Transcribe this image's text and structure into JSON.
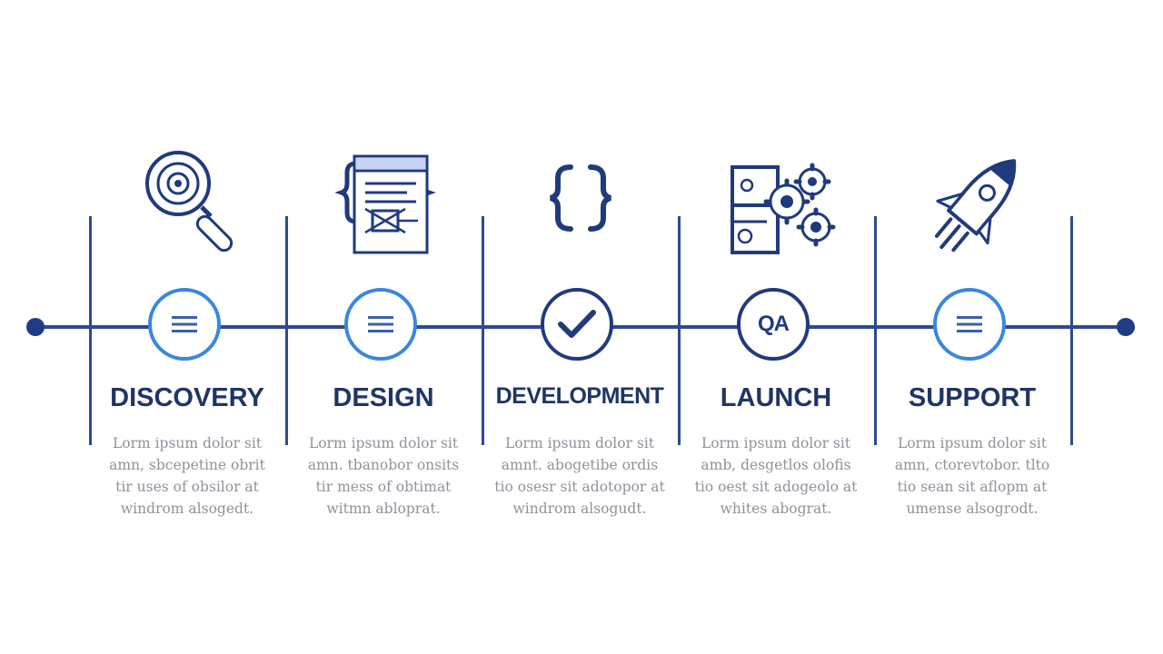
{
  "colors": {
    "line": "#2f4a8e",
    "node_light": "#3a86e0",
    "node_dark": "#1f3a7d",
    "title": "#1e3566",
    "desc": "#8d939c"
  },
  "stages": [
    {
      "title": "DISCOVERY",
      "icon": "magnifier-target-icon",
      "node_icon": "lines-icon",
      "desc": [
        "Lorm ipsum dolor sit",
        "amn, sbcepetine obrit",
        "tir uses of obsilor at",
        "windrom alsogedt."
      ]
    },
    {
      "title": "DESIGN",
      "icon": "document-braces-icon",
      "node_icon": "lines-icon",
      "desc": [
        "Lorm ipsum dolor sit",
        "amn. tbanobor onsits",
        "tir mess of obtimat",
        "witmn abloprat."
      ]
    },
    {
      "title": "DEVELOPMENT",
      "icon": "code-braces-icon",
      "node_icon": "checkmark-icon",
      "desc": [
        "Lorm ipsum dolor sit",
        "amnt. abogetibe ordis",
        "tio osesr sit adotopor at",
        "windrom alsogudt."
      ]
    },
    {
      "title": "LAUNCH",
      "icon": "gears-diagram-icon",
      "node_icon": "qa-badge",
      "node_label": "QA",
      "desc": [
        "Lorm ipsum dolor sit",
        "amb, desgetlos olofis",
        "tio oest sit adogeolo at",
        "whites abograt."
      ]
    },
    {
      "title": "SUPPORT",
      "icon": "rocket-icon",
      "node_icon": "lines-icon",
      "desc": [
        "Lorm ipsum dolor sit",
        "amn, ctorevtobor. tlto",
        "tio sean sit aflopm at",
        "umense alsogrodt."
      ]
    }
  ]
}
